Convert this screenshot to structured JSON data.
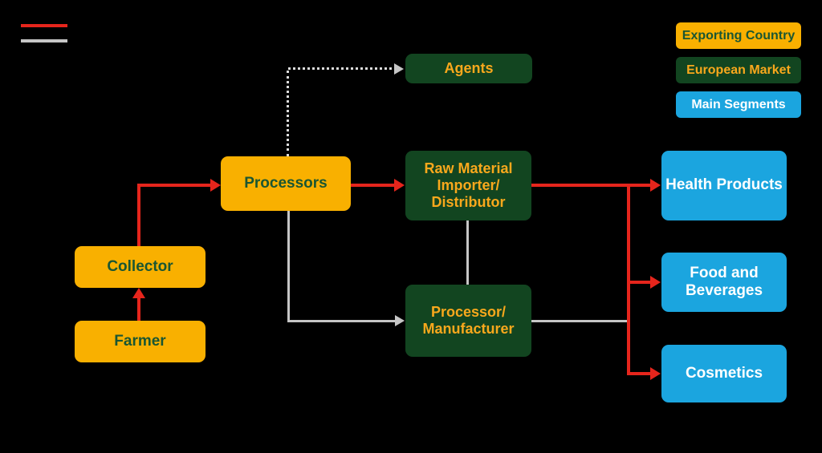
{
  "colors": {
    "background": "#000000",
    "orange": "#F9B000",
    "orange_text": "#F9A81C",
    "dark_green": "#124520",
    "green_text": "#1A5632",
    "blue": "#1BA5DF",
    "red": "#E6251C",
    "gray": "#C6C6C6",
    "dotted": "#DCDCDC",
    "white": "#FFFFFF"
  },
  "flow_legend": {
    "red_line_color": "#E6251C",
    "gray_line_color": "#C6C6C6"
  },
  "legend": {
    "items": [
      {
        "label": "Exporting Country",
        "bg": "#F9B000",
        "text_color": "#1A5632"
      },
      {
        "label": "European Market",
        "bg": "#124520",
        "text_color": "#F9A81C"
      },
      {
        "label": "Main Segments",
        "bg": "#1BA5DF",
        "text_color": "#FFFFFF"
      }
    ]
  },
  "nodes": {
    "farmer": {
      "label": "Farmer",
      "category": "Exporting Country"
    },
    "collector": {
      "label": "Collector",
      "category": "Exporting Country"
    },
    "processors": {
      "label": "Processors",
      "category": "Exporting Country"
    },
    "agents": {
      "label": "Agents",
      "category": "European Market"
    },
    "raw_material_importer": {
      "label": "Raw Material\nImporter/\nDistributor",
      "category": "European Market"
    },
    "processor_manufacturer": {
      "label": "Processor/\nManufacturer",
      "category": "European Market"
    },
    "health_products": {
      "label": "Health Products",
      "category": "Main Segments"
    },
    "food_and_beverages": {
      "label": "Food and\nBeverages",
      "category": "Main Segments"
    },
    "cosmetics": {
      "label": "Cosmetics",
      "category": "Main Segments"
    }
  }
}
